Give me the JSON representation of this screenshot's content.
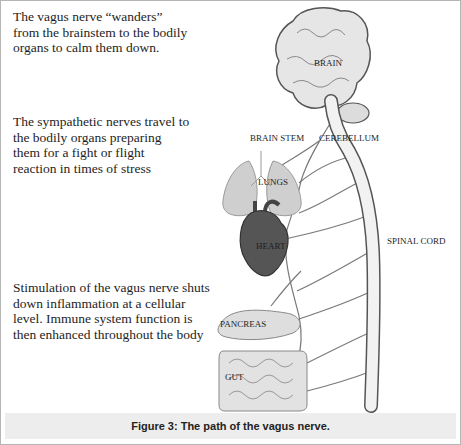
{
  "diagram": {
    "caption": "Figure 3: The path of the vagus nerve.",
    "labels": [
      "The vagus nerve “wanders” from the brainstem to the bodily organs to calm them down.",
      "The sympathetic nerves travel to the bodily organs preparing them for a fight or flight reaction in times of stress",
      "Stimulation of the vagus nerve shuts down inflammation at a cellular level. Immune system function is then enhanced throughout the body",
      "BRAIN",
      "BRAIN STEM",
      "CEREBELLUM",
      "LUNGS",
      "HEART",
      "SPINAL CORD",
      "PANCREAS",
      "GUT"
    ]
  }
}
